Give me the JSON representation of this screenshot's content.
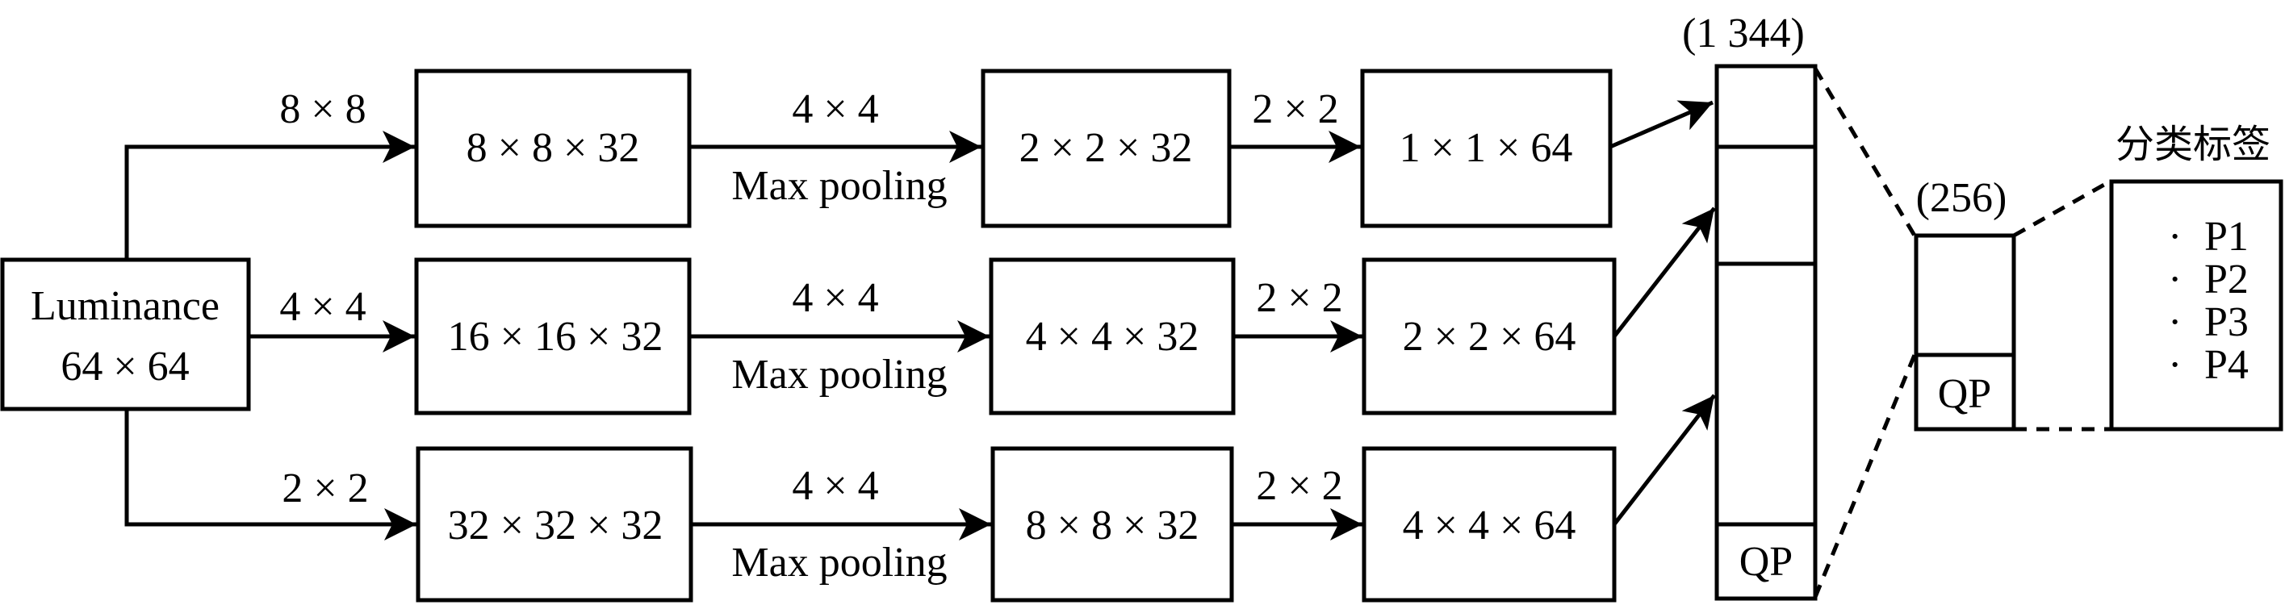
{
  "input": {
    "name": "Luminance",
    "size": "64 × 64"
  },
  "branches": [
    {
      "kernel": "8 × 8",
      "conv": "8 × 8 × 32",
      "pool": "4 × 4",
      "pool_name": "Max pooling",
      "pooled": "2 × 2 × 32",
      "kernel2": "2 × 2",
      "out": "1 × 1 × 64"
    },
    {
      "kernel": "4 × 4",
      "conv": "16 × 16 × 32",
      "pool": "4 × 4",
      "pool_name": "Max pooling",
      "pooled": "4 × 4 × 32",
      "kernel2": "2 × 2",
      "out": "2 × 2 × 64"
    },
    {
      "kernel": "2 × 2",
      "conv": "32 × 32 × 32",
      "pool": "4 × 4",
      "pool_name": "Max pooling",
      "pooled": "8 × 8 × 32",
      "kernel2": "2 × 2",
      "out": "4 × 4 × 64"
    }
  ],
  "concat": {
    "size": "(1 344)",
    "qp": "QP"
  },
  "fc": {
    "size": "(256)",
    "qp": "QP"
  },
  "output": {
    "title": "分类标签",
    "items": [
      "P1",
      "P2",
      "P3",
      "P4"
    ],
    "bullet": "·"
  }
}
